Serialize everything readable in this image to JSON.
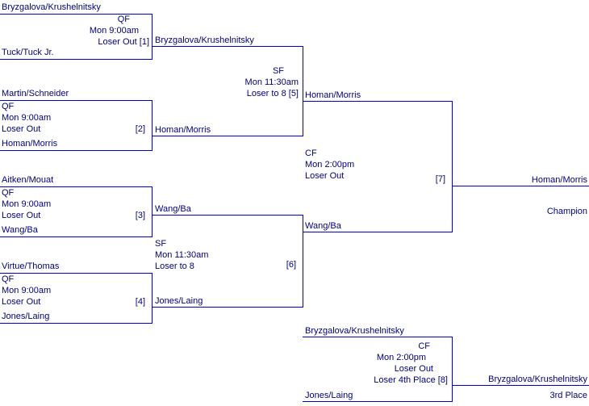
{
  "colors": {
    "background": "#ffffff",
    "text": "#000080",
    "line": "#0000cc"
  },
  "matches": {
    "qf1": {
      "round": "QF",
      "time": "Mon 9:00am",
      "result": "Loser Out [1]",
      "top": "Bryzgalova/Krushelnitsky",
      "bottom": "Tuck/Tuck Jr.",
      "winner": "Bryzgalova/Krushelnitsky"
    },
    "qf2": {
      "round": "QF",
      "time": "Mon 9:00am",
      "result": "Loser Out",
      "seed": "[2]",
      "top": "Martin/Schneider",
      "bottom": "Homan/Morris",
      "winner": "Homan/Morris"
    },
    "qf3": {
      "round": "QF",
      "time": "Mon 9:00am",
      "result": "Loser Out",
      "seed": "[3]",
      "top": "Aitken/Mouat",
      "bottom": "Wang/Ba",
      "winner": "Wang/Ba"
    },
    "qf4": {
      "round": "QF",
      "time": "Mon 9:00am",
      "result": "Loser Out",
      "seed": "[4]",
      "top": "Virtue/Thomas",
      "bottom": "Jones/Laing",
      "winner": "Jones/Laing"
    },
    "sf1": {
      "round": "SF",
      "time": "Mon 11:30am",
      "result": "Loser to 8 [5]",
      "winner": "Homan/Morris"
    },
    "sf2": {
      "round": "SF",
      "time": "Mon 11:30am",
      "result": "Loser to 8",
      "seed": "[6]",
      "winner": "Wang/Ba"
    },
    "cf": {
      "round": "CF",
      "time": "Mon 2:00pm",
      "result": "Loser Out",
      "seed": "[7]",
      "winner": "Homan/Morris",
      "winner_title": "Champion"
    },
    "third": {
      "round": "CF",
      "time": "Mon 2:00pm",
      "result": "Loser Out",
      "result2": "Loser 4th Place [8]",
      "top": "Bryzgalova/Krushelnitsky",
      "bottom": "Jones/Laing",
      "winner": "Bryzgalova/Krushelnitsky",
      "winner_title": "3rd Place"
    }
  }
}
